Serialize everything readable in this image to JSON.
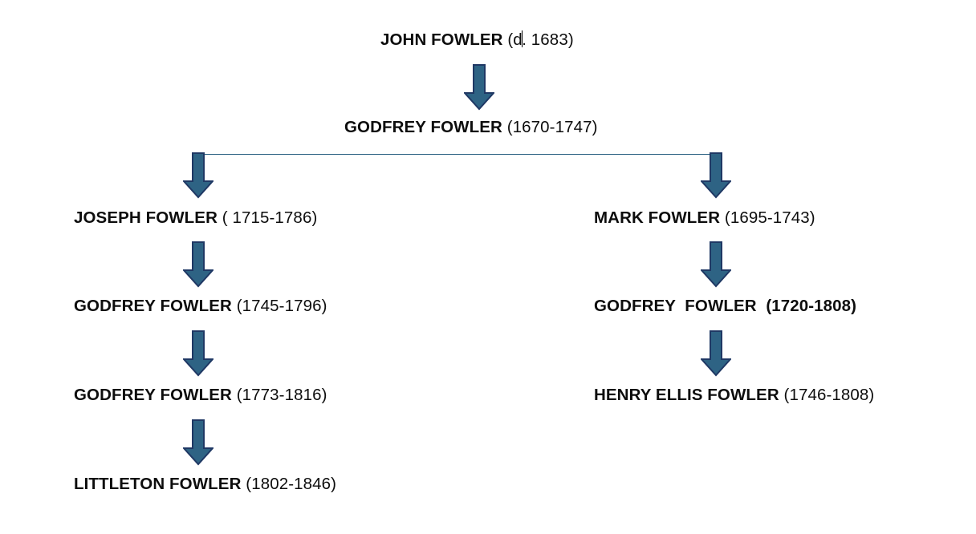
{
  "diagram": {
    "title": "Fowler family descent chart",
    "type": "genealogy-tree",
    "colors": {
      "arrow_fill": "#2e6384",
      "arrow_outline": "#1f3864",
      "connector_line": "#2e6384",
      "text": "#0d0d0d",
      "background": "#ffffff"
    },
    "nodes": {
      "root": {
        "name": "JOHN FOWLER ",
        "dates_before_caret": "(d",
        "dates_after_caret": ". 1683)",
        "full_text": "JOHN FOWLER (d. 1683)"
      },
      "generation2": {
        "name": "GODFREY FOWLER ",
        "dates": "(1670-1747)"
      },
      "left_branch": [
        {
          "name": "JOSEPH FOWLER ",
          "dates": "( 1715-1786)"
        },
        {
          "name": "GODFREY FOWLER ",
          "dates": "(1745-1796)"
        },
        {
          "name": "GODFREY FOWLER ",
          "dates": "(1773-1816)"
        },
        {
          "name": "LITTLETON FOWLER ",
          "dates": "(1802-1846)"
        }
      ],
      "right_branch": [
        {
          "name": "MARK FOWLER ",
          "dates": "(1695-1743)"
        },
        {
          "name": "GODFREY  FOWLER  ",
          "dates": "(1720-1808)"
        },
        {
          "name": "HENRY ELLIS FOWLER ",
          "dates": "(1746-1808)"
        }
      ]
    }
  }
}
